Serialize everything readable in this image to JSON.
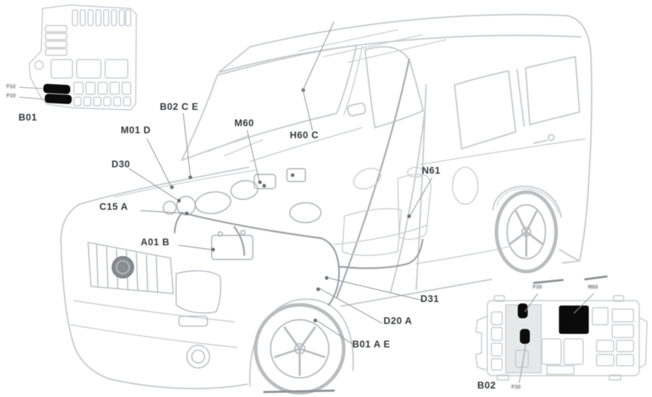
{
  "colors": {
    "background": "#ffffff",
    "body_line": "#c7cbce",
    "detail_line": "#aeb3b7",
    "harness_line": "#9da3a7",
    "leader_line": "#989ea2",
    "label_text": "#35383a",
    "highlight_fill": "#0b0b0b"
  },
  "labels": {
    "b01_inset": "B01",
    "b02_inset": "B02"
  },
  "component_labels": [
    {
      "id": "b02ce",
      "text": "B02 C E"
    },
    {
      "id": "m01d",
      "text": "M01 D"
    },
    {
      "id": "m60",
      "text": "M60"
    },
    {
      "id": "h60c",
      "text": "H60 C"
    },
    {
      "id": "d30",
      "text": "D30"
    },
    {
      "id": "c15a",
      "text": "C15 A"
    },
    {
      "id": "a01b",
      "text": "A01 B"
    },
    {
      "id": "n61",
      "text": "N61"
    },
    {
      "id": "d31",
      "text": "D31"
    },
    {
      "id": "d20a",
      "text": "D20 A"
    },
    {
      "id": "b01ae",
      "text": "B01 A E"
    }
  ],
  "fuse_refs": {
    "b01_left": [
      "F12",
      "F13"
    ],
    "b02_top": [
      "F15",
      "R03"
    ],
    "b02_bottom": "F10"
  }
}
